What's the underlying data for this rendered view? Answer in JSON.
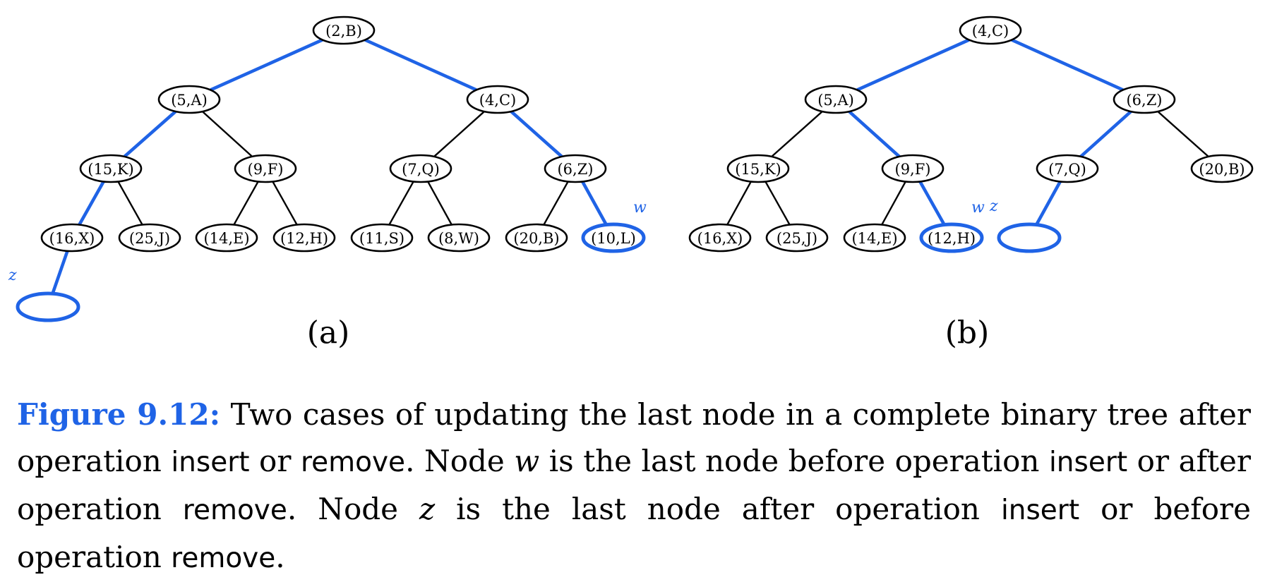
{
  "colors": {
    "highlight": "#1f63e6",
    "text": "#000000",
    "background": "#ffffff"
  },
  "trees": [
    {
      "id": "a",
      "panel_label": "(a)",
      "nodes": [
        {
          "id": "a0",
          "label": "(2,B)",
          "highlighted": false
        },
        {
          "id": "a1",
          "label": "(5,A)",
          "highlighted": false
        },
        {
          "id": "a2",
          "label": "(4,C)",
          "highlighted": false
        },
        {
          "id": "a3",
          "label": "(15,K)",
          "highlighted": false
        },
        {
          "id": "a4",
          "label": "(9,F)",
          "highlighted": false
        },
        {
          "id": "a5",
          "label": "(7,Q)",
          "highlighted": false
        },
        {
          "id": "a6",
          "label": "(6,Z)",
          "highlighted": false
        },
        {
          "id": "a7",
          "label": "(16,X)",
          "highlighted": false
        },
        {
          "id": "a8",
          "label": "(25,J)",
          "highlighted": false
        },
        {
          "id": "a9",
          "label": "(14,E)",
          "highlighted": false
        },
        {
          "id": "a10",
          "label": "(12,H)",
          "highlighted": false
        },
        {
          "id": "a11",
          "label": "(11,S)",
          "highlighted": false
        },
        {
          "id": "a12",
          "label": "(8,W)",
          "highlighted": false
        },
        {
          "id": "a13",
          "label": "(20,B)",
          "highlighted": false
        },
        {
          "id": "a14",
          "label": "(10,L)",
          "highlighted": true,
          "marker": "w"
        },
        {
          "id": "a15",
          "label": "",
          "highlighted": true,
          "marker": "z"
        }
      ],
      "edges": [
        {
          "from": "a0",
          "to": "a1",
          "highlighted": true
        },
        {
          "from": "a0",
          "to": "a2",
          "highlighted": true
        },
        {
          "from": "a1",
          "to": "a3",
          "highlighted": true
        },
        {
          "from": "a1",
          "to": "a4",
          "highlighted": false
        },
        {
          "from": "a2",
          "to": "a5",
          "highlighted": false
        },
        {
          "from": "a2",
          "to": "a6",
          "highlighted": true
        },
        {
          "from": "a3",
          "to": "a7",
          "highlighted": true
        },
        {
          "from": "a3",
          "to": "a8",
          "highlighted": false
        },
        {
          "from": "a4",
          "to": "a9",
          "highlighted": false
        },
        {
          "from": "a4",
          "to": "a10",
          "highlighted": false
        },
        {
          "from": "a5",
          "to": "a11",
          "highlighted": false
        },
        {
          "from": "a5",
          "to": "a12",
          "highlighted": false
        },
        {
          "from": "a6",
          "to": "a13",
          "highlighted": false
        },
        {
          "from": "a6",
          "to": "a14",
          "highlighted": true
        },
        {
          "from": "a7",
          "to": "a15",
          "highlighted": true
        }
      ]
    },
    {
      "id": "b",
      "panel_label": "(b)",
      "nodes": [
        {
          "id": "b0",
          "label": "(4,C)",
          "highlighted": false
        },
        {
          "id": "b1",
          "label": "(5,A)",
          "highlighted": false
        },
        {
          "id": "b2",
          "label": "(6,Z)",
          "highlighted": false
        },
        {
          "id": "b3",
          "label": "(15,K)",
          "highlighted": false
        },
        {
          "id": "b4",
          "label": "(9,F)",
          "highlighted": false
        },
        {
          "id": "b5",
          "label": "(7,Q)",
          "highlighted": false
        },
        {
          "id": "b6",
          "label": "(20,B)",
          "highlighted": false
        },
        {
          "id": "b7",
          "label": "(16,X)",
          "highlighted": false
        },
        {
          "id": "b8",
          "label": "(25,J)",
          "highlighted": false
        },
        {
          "id": "b9",
          "label": "(14,E)",
          "highlighted": false
        },
        {
          "id": "b10",
          "label": "(12,H)",
          "highlighted": true,
          "marker": "w"
        },
        {
          "id": "b11",
          "label": "",
          "highlighted": true,
          "marker": "z"
        }
      ],
      "edges": [
        {
          "from": "b0",
          "to": "b1",
          "highlighted": true
        },
        {
          "from": "b0",
          "to": "b2",
          "highlighted": true
        },
        {
          "from": "b1",
          "to": "b3",
          "highlighted": false
        },
        {
          "from": "b1",
          "to": "b4",
          "highlighted": true
        },
        {
          "from": "b2",
          "to": "b5",
          "highlighted": true
        },
        {
          "from": "b2",
          "to": "b6",
          "highlighted": false
        },
        {
          "from": "b3",
          "to": "b7",
          "highlighted": false
        },
        {
          "from": "b3",
          "to": "b8",
          "highlighted": false
        },
        {
          "from": "b4",
          "to": "b9",
          "highlighted": false
        },
        {
          "from": "b4",
          "to": "b10",
          "highlighted": true
        },
        {
          "from": "b5",
          "to": "b11",
          "highlighted": true
        }
      ]
    }
  ],
  "caption": {
    "figure_number": "Figure 9.12:",
    "part1": " Two cases of updating the last node in a complete binary tree after operation ",
    "op_insert_1": "insert",
    "part2": " or ",
    "op_remove_1": "remove",
    "part3": ". Node ",
    "var_w": "w",
    "part4": " is the last node before operation ",
    "op_insert_2": "insert",
    "part5": " or after operation ",
    "op_remove_2": "remove",
    "part6": ". Node ",
    "var_z": "z",
    "part7": " is the last node after operation ",
    "op_insert_3": "insert",
    "part8": " or before operation ",
    "op_remove_3": "remove",
    "part9": "."
  }
}
